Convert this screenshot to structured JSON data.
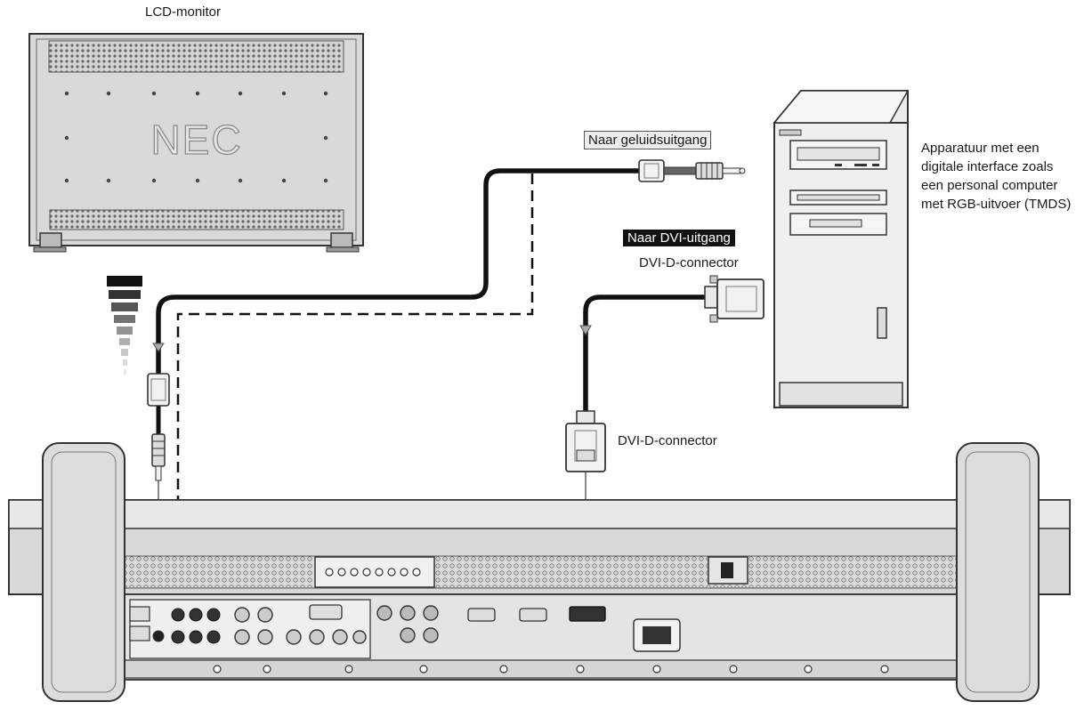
{
  "labels": {
    "lcd_monitor": "LCD-monitor",
    "brand_logo": "NEC",
    "audio_out": "Naar geluidsuitgang",
    "dvi_out": "Naar DVI-uitgang",
    "dvi_d_top": "DVI-D-connector",
    "dvi_d_bottom": "DVI-D-connector",
    "equipment_desc": "Apparatuur met een digitale interface zoals een personal computer met RGB-uitvoer (TMDS)"
  },
  "colors": {
    "outline": "#333333",
    "panel_fill": "#d9d9d9",
    "cable": "#111111",
    "dark_label_bg": "#111111",
    "light_label_bg": "#ececec"
  }
}
